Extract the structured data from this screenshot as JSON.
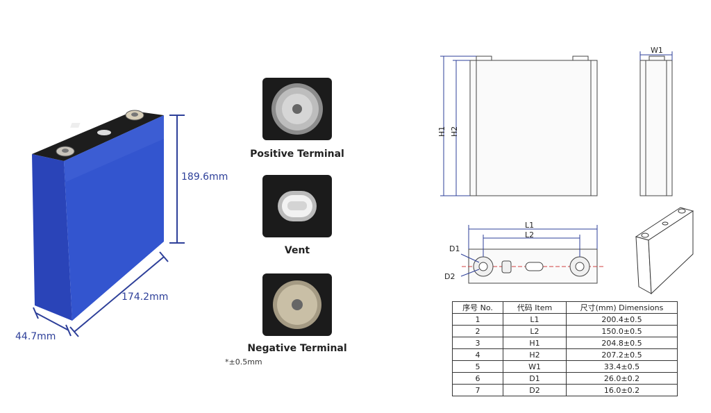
{
  "left_panel": {
    "dim_height": "189.6mm",
    "dim_length": "174.2mm",
    "dim_width": "44.7mm"
  },
  "thumbnails": [
    {
      "label": "Positive Terminal"
    },
    {
      "label": "Vent"
    },
    {
      "label": "Negative Terminal"
    }
  ],
  "tolerance_note": "*±0.5mm",
  "drawing_labels": {
    "w1": "W1",
    "h1": "H1",
    "h2": "H2",
    "l1": "L1",
    "l2": "L2",
    "d1": "D1",
    "d2": "D2"
  },
  "colors": {
    "dimension_blue": "#2d3f99",
    "cell_blue": "#2f4fc4",
    "drawing_red": "#d04040"
  },
  "spec_table": {
    "headers": [
      "序号 No.",
      "代码 Item",
      "尺寸(mm) Dimensions"
    ],
    "rows": [
      [
        "1",
        "L1",
        "200.4±0.5"
      ],
      [
        "2",
        "L2",
        "150.0±0.5"
      ],
      [
        "3",
        "H1",
        "204.8±0.5"
      ],
      [
        "4",
        "H2",
        "207.2±0.5"
      ],
      [
        "5",
        "W1",
        "33.4±0.5"
      ],
      [
        "6",
        "D1",
        "26.0±0.2"
      ],
      [
        "7",
        "D2",
        "16.0±0.2"
      ]
    ]
  }
}
